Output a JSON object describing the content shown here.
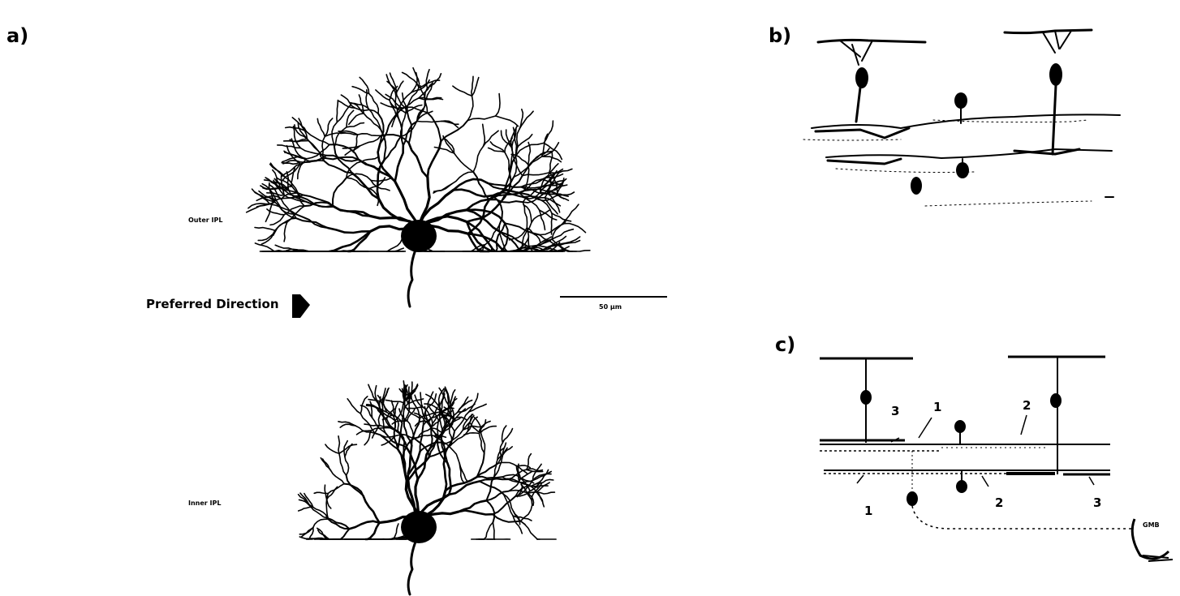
{
  "panels": {
    "a": {
      "label": "a)",
      "outer_label": "Outer IPL",
      "inner_label": "Inner IPL",
      "direction_label": "Preferred Direction",
      "scale_label": "50 µm"
    },
    "b": {
      "label": "b)"
    },
    "c": {
      "label": "c)",
      "numbers": {
        "n1_top": "1",
        "n2_top": "2",
        "n3_top": "3",
        "n1_bottom": "1",
        "n2_bottom": "2",
        "n3_bottom": "3"
      },
      "corner_text": "GMB"
    }
  },
  "colors": {
    "ink": "#000000",
    "background": "#ffffff"
  }
}
